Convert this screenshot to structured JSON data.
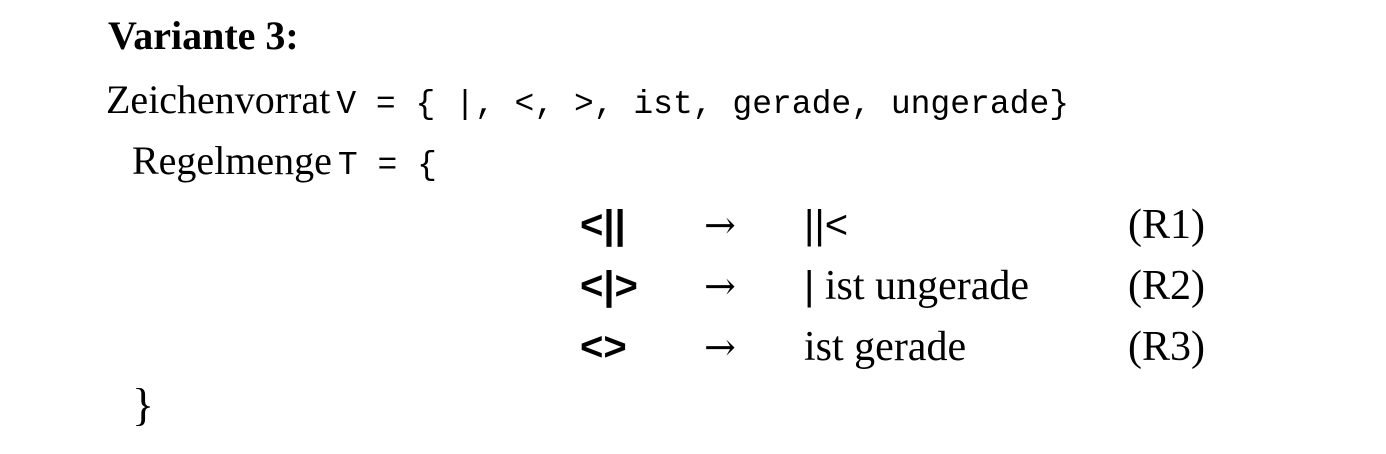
{
  "heading": "Variante 3:",
  "alphabet": {
    "label": "Zeichenvorrat",
    "expression": "V = { |, <, >, ist, gerade, ungerade}"
  },
  "ruleset": {
    "label": "Regelmenge",
    "expression": "T = {",
    "close": "}",
    "arrow": "→",
    "rules": [
      {
        "lhs": "<||",
        "rhs_sans": "||<",
        "rhs_serif": "",
        "label": "(R1)"
      },
      {
        "lhs": "<|>",
        "rhs_sans": "|",
        "rhs_serif": " ist ungerade",
        "label": "(R2)"
      },
      {
        "lhs": "<>",
        "rhs_sans": "",
        "rhs_serif": "ist gerade",
        "label": "(R3)"
      }
    ]
  }
}
